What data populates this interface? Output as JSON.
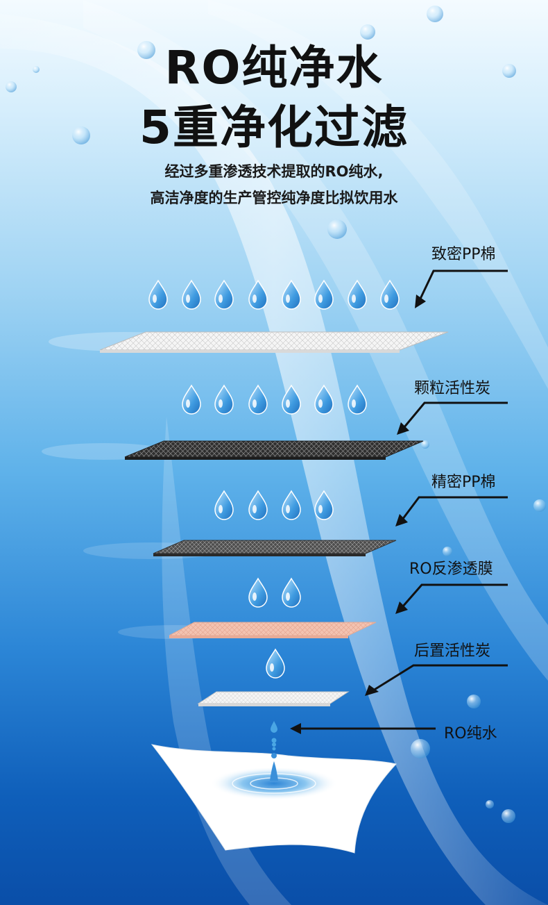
{
  "heading": {
    "line1": "RO纯净水",
    "line2": "5重净化过滤"
  },
  "subtitle": {
    "line1": "经过多重渗透技术提取的RO纯水,",
    "line2": "高洁净度的生产管控纯净度比拟饮用水"
  },
  "layers": [
    {
      "label": "致密PP棉",
      "color": "#f3f3f3"
    },
    {
      "label": "颗粒活性炭",
      "color": "#3a3a3a"
    },
    {
      "label": "精密PP棉",
      "color": "#5c5c5c"
    },
    {
      "label": "RO反渗透膜",
      "color": "#f2c0ad"
    },
    {
      "label": "后置活性炭",
      "color": "#f0f0f0"
    }
  ],
  "output": {
    "label": "RO纯水"
  },
  "colors": {
    "text": "#111111",
    "water_drop": "#4aa6e4",
    "background_bottom": "#0a4ea8"
  },
  "icons": [
    "water-drop-icon",
    "arrow-icon",
    "water-splash-icon"
  ]
}
